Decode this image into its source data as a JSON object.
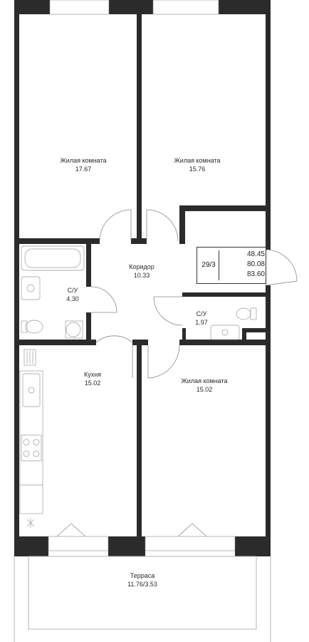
{
  "rooms": [
    {
      "name": "Жилая комната",
      "area": "17.67"
    },
    {
      "name": "Жилая комната",
      "area": "15.76"
    },
    {
      "name": "Коридор",
      "area": "10.33"
    },
    {
      "name": "С/У",
      "area": "4.30"
    },
    {
      "name": "С/У",
      "area": "1.97"
    },
    {
      "name": "Кухня",
      "area": "15.02"
    },
    {
      "name": "Жилая комната",
      "area": "15.02"
    },
    {
      "name": "Терраса",
      "area": "11.76/3.53"
    }
  ],
  "apartment": {
    "unit": "29/3",
    "areas": [
      "48.45",
      "80.08",
      "83.60"
    ]
  },
  "colors": {
    "wall": "#2b2b2b",
    "fixture": "#9a9a9a",
    "background": "#ffffff"
  }
}
